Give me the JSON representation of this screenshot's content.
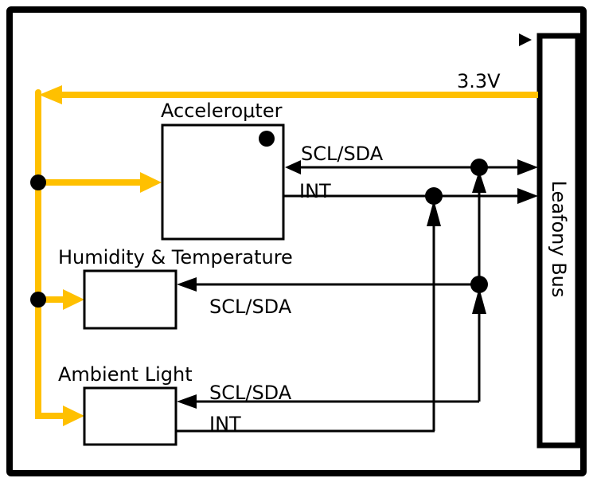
{
  "diagram": {
    "colors": {
      "power": "#FFC000",
      "signal": "#000000",
      "background": "#FFFFFF"
    },
    "bus": {
      "label": "Leafony Bus"
    },
    "power_rail": {
      "label": "3.3V"
    },
    "blocks": [
      {
        "id": "accelerometer",
        "label": "Accelerομter"
      },
      {
        "id": "humidity-temperature",
        "label": "Humidity & Temperature"
      },
      {
        "id": "ambient-light",
        "label": "Ambient Light"
      }
    ],
    "signals": {
      "accelerometer_i2c": "SCL/SDA",
      "accelerometer_int": "INT",
      "humidity_i2c": "SCL/SDA",
      "ambient_i2c": "SCL/SDA",
      "ambient_int": "INT"
    }
  }
}
